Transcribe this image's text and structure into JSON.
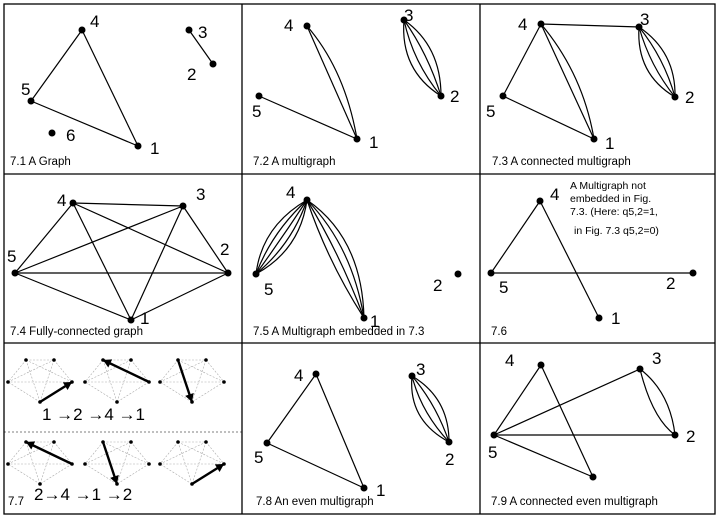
{
  "panels": [
    {
      "id": "p1",
      "caption": "7.1  A Graph",
      "nodes": [
        {
          "label": "4"
        },
        {
          "label": "5"
        },
        {
          "label": "1"
        },
        {
          "label": "6"
        },
        {
          "label": "3"
        },
        {
          "label": "2"
        }
      ]
    },
    {
      "id": "p2",
      "caption": "7.2  A multigraph",
      "nodes": [
        {
          "label": "4"
        },
        {
          "label": "5"
        },
        {
          "label": "1"
        },
        {
          "label": "3"
        },
        {
          "label": "2"
        }
      ]
    },
    {
      "id": "p3",
      "caption": "7.3  A connected multigraph",
      "nodes": [
        {
          "label": "4"
        },
        {
          "label": "3"
        },
        {
          "label": "5"
        },
        {
          "label": "1"
        },
        {
          "label": "2"
        }
      ]
    },
    {
      "id": "p4",
      "caption": "7.4   Fully-connected graph",
      "nodes": [
        {
          "label": "4"
        },
        {
          "label": "3"
        },
        {
          "label": "5"
        },
        {
          "label": "2"
        },
        {
          "label": "1"
        }
      ]
    },
    {
      "id": "p5",
      "caption": "7.5  A Multigraph embedded in  7.3",
      "nodes": [
        {
          "label": "4"
        },
        {
          "label": "5"
        },
        {
          "label": "1"
        },
        {
          "label": "2"
        }
      ]
    },
    {
      "id": "p6",
      "caption": "7.6",
      "note_lines": [
        "A Multigraph not",
        "embedded in Fig.",
        "7.3. (Here: q5,2=1,",
        "in Fig. 7.3 q5,2=0)"
      ],
      "nodes": [
        {
          "label": "4"
        },
        {
          "label": "5"
        },
        {
          "label": "2"
        },
        {
          "label": "1"
        }
      ]
    },
    {
      "id": "p7",
      "caption": "7.7",
      "sequence_top": "1  →2  →4  →1",
      "sequence_bottom": "2→4  →1  →2"
    },
    {
      "id": "p8",
      "caption": "7.8   An even multigraph",
      "nodes": [
        {
          "label": "4"
        },
        {
          "label": "5"
        },
        {
          "label": "1"
        },
        {
          "label": "3"
        },
        {
          "label": "2"
        }
      ]
    },
    {
      "id": "p9",
      "caption": "7.9  A connected even multigraph",
      "nodes": [
        {
          "label": "4"
        },
        {
          "label": "3"
        },
        {
          "label": "5"
        },
        {
          "label": "2"
        }
      ]
    }
  ]
}
